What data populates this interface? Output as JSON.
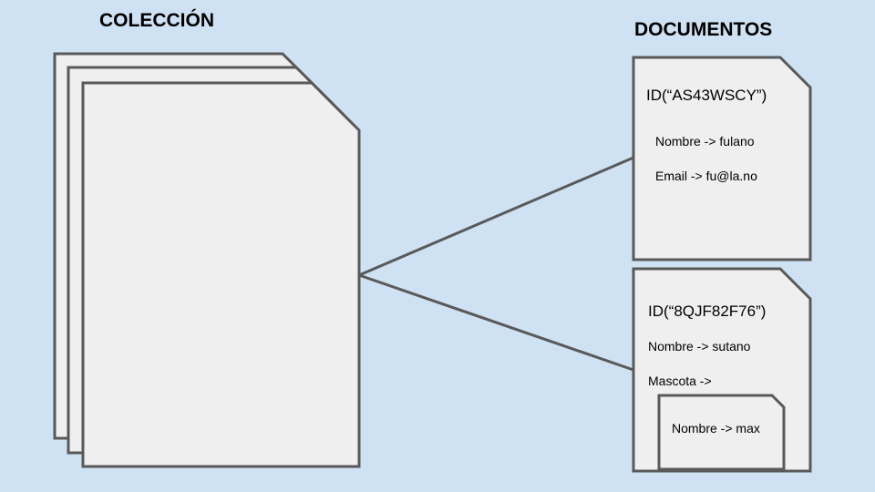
{
  "collection": {
    "title": "COLECCIÓN"
  },
  "documents_title": "DOCUMENTOS",
  "documents": [
    {
      "id": "ID(“AS43WSCY”)",
      "fields": [
        "Nombre -> fulano",
        "Email -> fu@la.no"
      ]
    },
    {
      "id": "ID(“8QJF82F76”)",
      "fields": [
        "Nombre -> sutano",
        "Mascota ->"
      ],
      "nested": {
        "fields": [
          "Nombre -> max"
        ]
      }
    }
  ],
  "colors": {
    "background": "#cfe2f3",
    "page_fill": "#efefef",
    "stroke": "#595959"
  }
}
